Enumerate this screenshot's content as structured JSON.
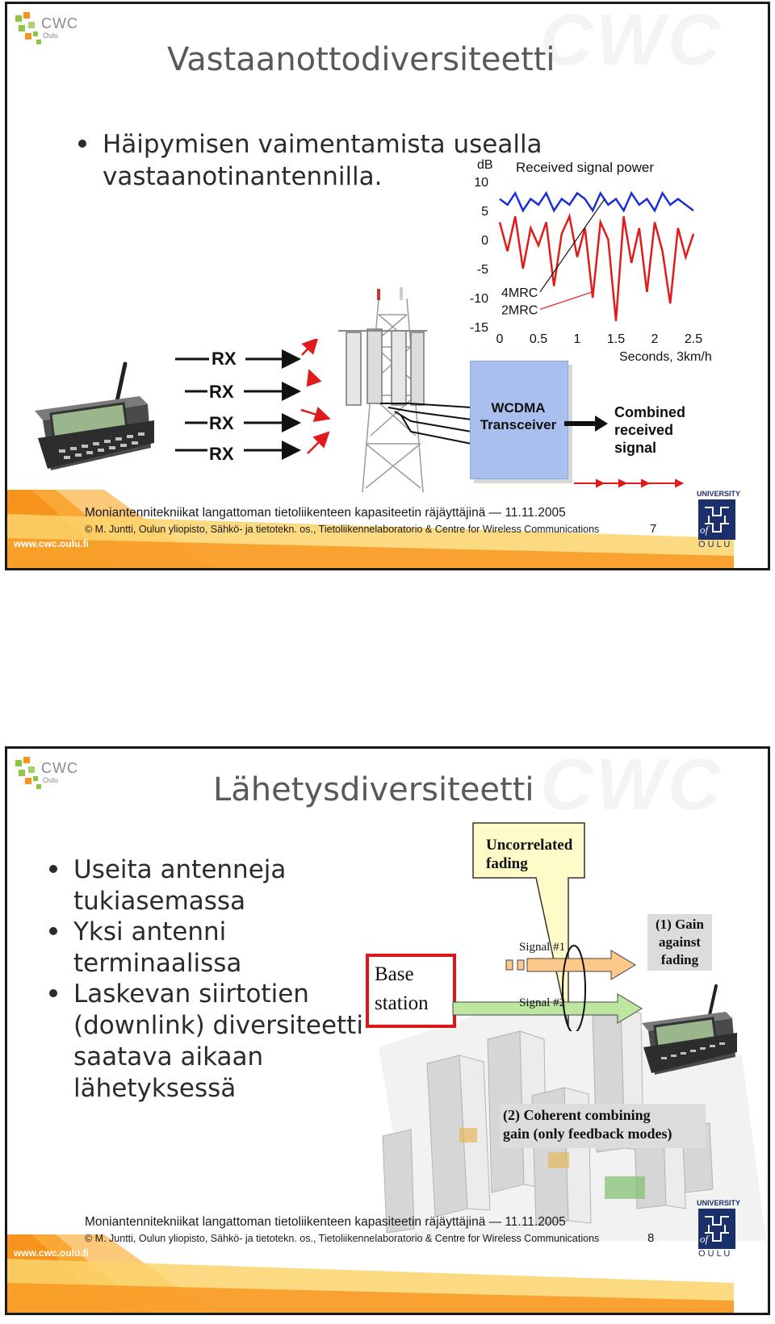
{
  "slide1": {
    "logo_text": "CWC",
    "logo_sub": "Oulu",
    "title": "Vastaanottodiversiteetti",
    "bullet_line1": "Häipymisen vaimentamista usealla",
    "bullet_line2": "vastaanotinantennilla.",
    "rx_labels": [
      "RX",
      "RX",
      "RX",
      "RX"
    ],
    "transceiver_line1": "WCDMA",
    "transceiver_line2": "Transceiver",
    "combined_line1": "Combined",
    "combined_line2": "received",
    "combined_line3": "signal",
    "footer_line1": "Moniantennitekniikat langattoman tietoliikenteen kapasiteetin räjäyttäjinä — 11.11.2005",
    "footer_line2": "© M. Juntti, Oulun yliopisto, Sähkö- ja tietotekn. os., Tietoliikennelaboratorio & Centre for Wireless Communications",
    "page_number": "7",
    "url": "www.cwc.oulu.fi",
    "university_top": "UNIVERSITY",
    "university_of": "of",
    "university_bottom": "O U L U"
  },
  "chart_data": {
    "type": "line",
    "title": "Received signal power",
    "ylabel": "dB",
    "xlabel": "Seconds, 3km/h",
    "xlim": [
      0,
      2.5
    ],
    "ylim": [
      -15,
      10
    ],
    "xticks": [
      "0",
      "0.5",
      "1",
      "1.5",
      "2",
      "2.5"
    ],
    "yticks": [
      "10",
      "5",
      "0",
      "-5",
      "-10",
      "-15"
    ],
    "series": [
      {
        "name": "4MRC",
        "color": "#1a2fd6",
        "x": [
          0.0,
          0.1,
          0.2,
          0.3,
          0.4,
          0.5,
          0.6,
          0.7,
          0.8,
          0.9,
          1.0,
          1.1,
          1.2,
          1.3,
          1.4,
          1.5,
          1.6,
          1.7,
          1.8,
          1.9,
          2.0,
          2.1,
          2.2,
          2.3,
          2.4,
          2.5
        ],
        "y": [
          7,
          6,
          8,
          5,
          7,
          6,
          8,
          5,
          7,
          6,
          8,
          7,
          5,
          8,
          6,
          7,
          5,
          8,
          6,
          7,
          5,
          8,
          6,
          7,
          6,
          5
        ]
      },
      {
        "name": "2MRC",
        "color": "#e01b1b",
        "x": [
          0.0,
          0.1,
          0.2,
          0.3,
          0.4,
          0.5,
          0.6,
          0.7,
          0.8,
          0.9,
          1.0,
          1.1,
          1.2,
          1.3,
          1.4,
          1.5,
          1.6,
          1.7,
          1.8,
          1.9,
          2.0,
          2.1,
          2.2,
          2.3,
          2.4,
          2.5
        ],
        "y": [
          3,
          -2,
          4,
          -5,
          2,
          -1,
          3,
          -8,
          1,
          4,
          -3,
          2,
          -10,
          3,
          0,
          -14,
          4,
          -4,
          2,
          -9,
          3,
          -2,
          -11,
          2,
          -3,
          1
        ]
      }
    ]
  },
  "slide2": {
    "logo_text": "CWC",
    "logo_sub": "Oulu",
    "title": "Lähetysdiversiteetti",
    "bullets": [
      [
        "Useita antenneja",
        "tukiasemassa"
      ],
      [
        "Yksi antenni",
        "terminaalissa"
      ],
      [
        "Laskevan siirtotien",
        "(downlink) diversiteetti",
        "saatava aikaan",
        "lähetyksessä"
      ]
    ],
    "uncorrelated_line1": "Uncorrelated",
    "uncorrelated_line2": "fading",
    "gain_line1": "(1) Gain",
    "gain_line2": "against",
    "gain_line3": "fading",
    "base_line1": "Base",
    "base_line2": "station",
    "signal1": "Signal #1",
    "signal2": "Signal #2",
    "coherent_line1": "(2) Coherent combining",
    "coherent_line2": "gain (only feedback modes)",
    "footer_line1": "Moniantennitekniikat langattoman tietoliikenteen kapasiteetin räjäyttäjinä — 11.11.2005",
    "footer_line2": "© M. Juntti, Oulun yliopisto, Sähkö- ja tietotekn. os., Tietoliikennelaboratorio & Centre for Wireless Communications",
    "page_number": "8",
    "url": "www.cwc.oulu.fi",
    "university_top": "UNIVERSITY",
    "university_of": "of",
    "university_bottom": "O U L U"
  },
  "colors": {
    "footer_orange": "#f7941d",
    "footer_yellow": "#fbd36b",
    "logo_green": "#8dc63f",
    "logo_orange": "#f7941d",
    "callout_yellow": "#fffbc8",
    "transceiver_blue": "#b3c8f0",
    "base_red": "#d7191c",
    "arrow_green": "#bde6a0",
    "arrow_orange": "#fcc98a"
  }
}
